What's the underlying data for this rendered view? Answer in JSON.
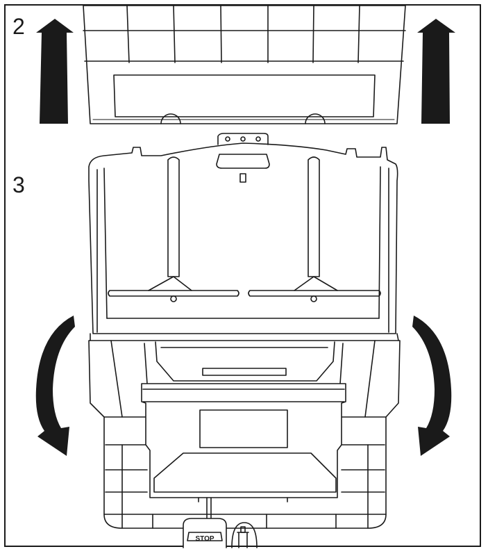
{
  "steps": {
    "step_2": "2",
    "step_3": "3"
  },
  "stop_label": "STOP",
  "icons": {
    "up_arrows": "up-arrow-icon",
    "rotate_arrows": "curved-down-arrow-icon"
  },
  "colors": {
    "line": "#1a1a1a",
    "fill": "#ffffff",
    "arrow": "#1a1a1a"
  }
}
